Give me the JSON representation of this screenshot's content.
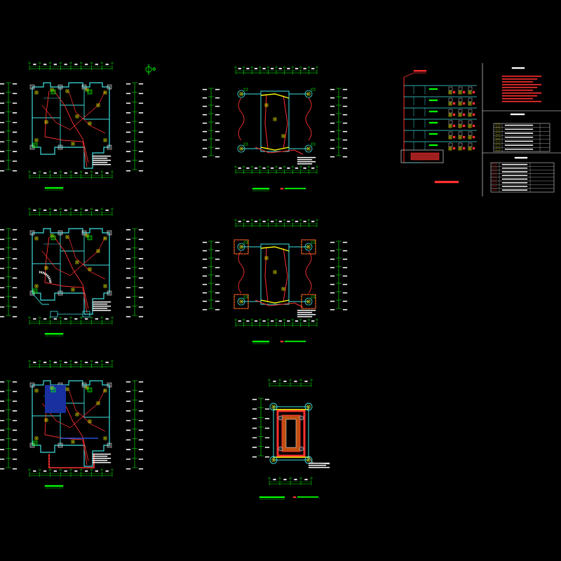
{
  "sheet": {
    "background": "#000000",
    "north_symbol": "Φ"
  },
  "colors": {
    "dimension": "#00ff00",
    "wall": "#40e0e0",
    "wiring": "#ff3030",
    "device": "#ffff00",
    "text": "#ffffff",
    "trunk": "#3060ff",
    "magenta": "#ff40ff"
  },
  "plans": [
    {
      "name": "floor-plan-1",
      "kind": "house"
    },
    {
      "name": "floor-plan-2",
      "kind": "house-stair"
    },
    {
      "name": "floor-plan-3",
      "kind": "house-porch"
    },
    {
      "name": "roof-plan-1",
      "kind": "cross"
    },
    {
      "name": "roof-plan-2",
      "kind": "cross-framed"
    },
    {
      "name": "roof-plan-3",
      "kind": "pavilion"
    }
  ],
  "panels": {
    "riser_diagram": {
      "name": "system-riser-diagram"
    },
    "notes": {
      "name": "design-notes"
    },
    "legend": {
      "name": "equipment-legend"
    },
    "materials": {
      "name": "materials-table"
    }
  }
}
